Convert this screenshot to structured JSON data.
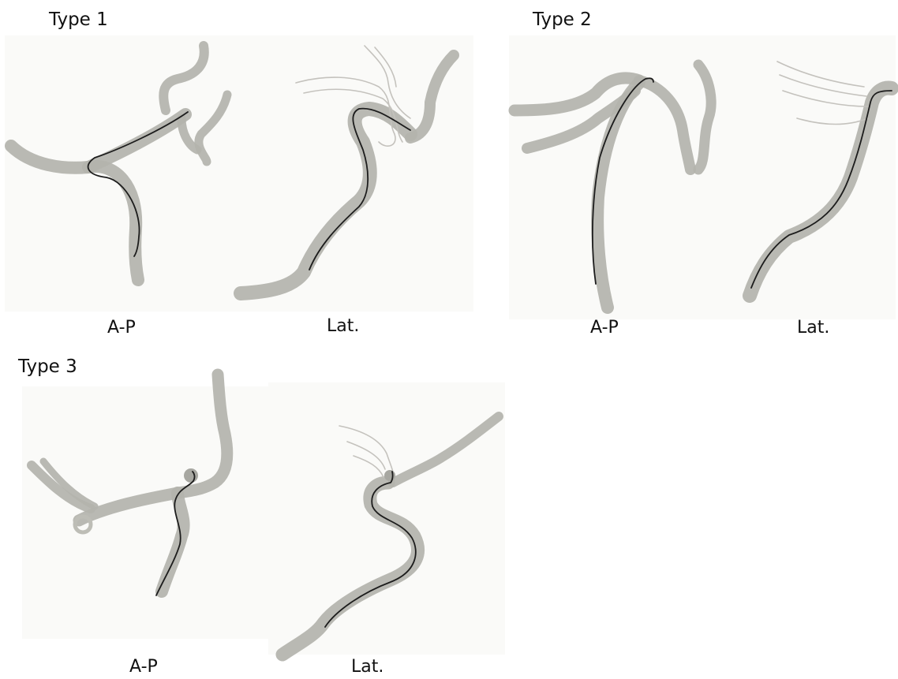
{
  "figure": {
    "types": [
      {
        "title": "Type 1",
        "view_labels": [
          "A-P",
          "Lat."
        ]
      },
      {
        "title": "Type 2",
        "view_labels": [
          "A-P",
          "Lat."
        ]
      },
      {
        "title": "Type 3",
        "view_labels": [
          "A-P",
          "Lat."
        ]
      }
    ]
  },
  "colors": {
    "vessel": "#b3b3ac",
    "catheter": "#1c1c1c",
    "background": "#ffffff"
  }
}
